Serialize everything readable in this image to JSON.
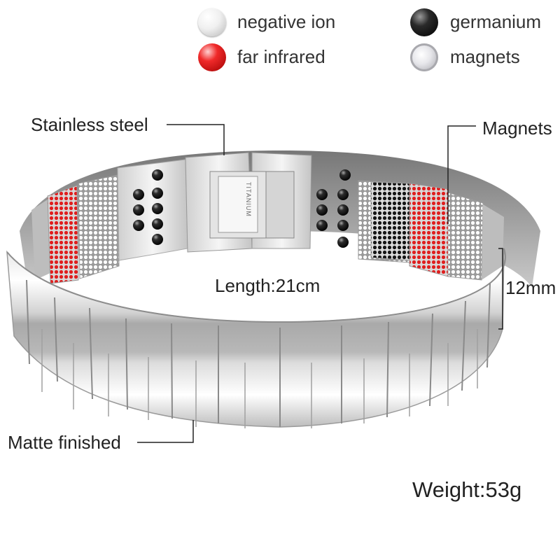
{
  "legend": {
    "items": [
      {
        "label": "negative ion",
        "color": "#f4f4f4",
        "icon": "white-ball-icon"
      },
      {
        "label": "germanium",
        "color": "#1a1a1a",
        "icon": "black-ball-icon"
      },
      {
        "label": "far infrared",
        "color": "#e01e1e",
        "icon": "red-ball-icon"
      },
      {
        "label": "magnets",
        "color": "#c8c8cc",
        "icon": "silver-ball-icon"
      }
    ]
  },
  "callouts": {
    "stainless_steel": "Stainless steel",
    "magnets": "Magnets",
    "matte_finished": "Matte finished"
  },
  "specs": {
    "length": "Length:21cm",
    "width": "12mm",
    "weight": "Weight:53g"
  },
  "clasp_engraving": "TITANIUM",
  "colors": {
    "steel_light": "#f2f2f2",
    "steel_mid": "#bdbdbd",
    "steel_dark": "#8a8a8a",
    "infrared_red": "#e01e1e",
    "germanium_black": "#1a1a1a"
  }
}
